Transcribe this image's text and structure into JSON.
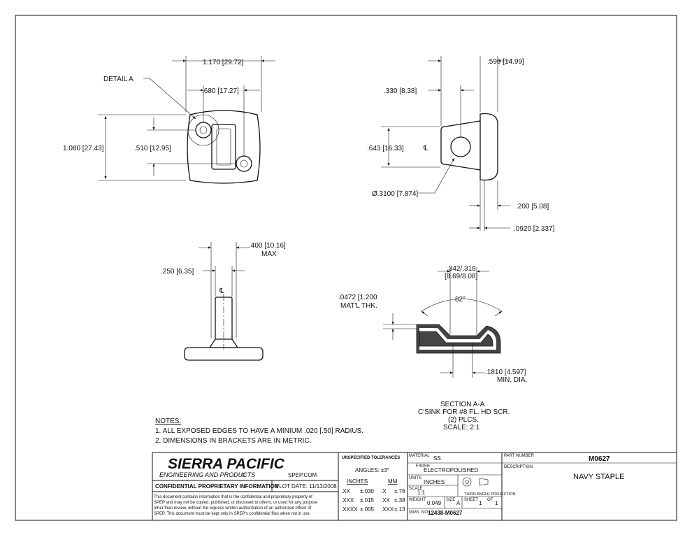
{
  "drawing": {
    "views": {
      "top": {
        "detail_label": "DETAIL A",
        "overall_width": "1.170 [29.72]",
        "hole_spacing": ".680 [17.27]",
        "overall_height": "1.080 [27.43]",
        "hole_vertical": ".510 [12.95]"
      },
      "side": {
        "width": ".590 [14.99]",
        "centerline_offset": ".330 [8.38]",
        "height": ".643 [16.33]",
        "hole_dia": "Ø.3100 [7.874]",
        "flange": ".200 [5.08]",
        "thickness": ".0920 [2.337]"
      },
      "front": {
        "width": ".400 [10.16]",
        "width_note": "MAX",
        "post": ".250 [6.35]"
      },
      "section": {
        "csink_dia": ".342/.318",
        "csink_dia_mm": "[8.69/8.08]",
        "angle": "82°",
        "thickness": ".0472 [1.200",
        "thickness_note": "MAT'L THK.",
        "min_dia": ".1810 [4.597]",
        "min_dia_note": "MIN. DIA.",
        "caption": [
          "SECTION A-A",
          "C'SINK FOR #8 FL. HD SCR.",
          "(2) PLCS.",
          "SCALE: 2:1"
        ]
      }
    },
    "centerline_symbol": "℄",
    "notes": {
      "heading": "NOTES:",
      "items": [
        "1.   ALL EXPOSED EDGES TO HAVE A MINIUM .020 [.50] RADIUS.",
        "2.   DIMENSIONS IN BRACKETS ARE IN METRIC."
      ]
    }
  },
  "title_block": {
    "company": "SIERRA PACIFIC",
    "company_sub": "ENGINEERING AND PRODUCTS",
    "website": "SPEP.COM",
    "confidential_title": "CONFIDENTIAL PROPRIETARY INFORMATION",
    "plot_date": "PLOT DATE: 11/13/2008",
    "confidential_text": [
      "This document contains information that is the confidential and proprietary property of",
      "SPEP and may not be copied, published, or disclosed to others, or used for any purpose",
      "other than review, without the express written authorization of an authorized officer of",
      "SPEP. This document must be kept only in SPEP's confidential files when not in use."
    ],
    "tolerances": {
      "heading": "UNSPECIFIED TOLERANCES",
      "angles": "ANGLES: ±3°",
      "inches_label": "INCHES",
      "mm_label": "MM",
      "rows": [
        {
          "in": ".XX",
          "in_tol": "±.030",
          "mm": ".X",
          "mm_tol": "±.76"
        },
        {
          "in": ".XXX",
          "in_tol": "±.015",
          "mm": ".XX",
          "mm_tol": "±.38"
        },
        {
          "in": ".XXXX",
          "in_tol": "±.005",
          "mm": ".XXX",
          "mm_tol": "±.13"
        }
      ]
    },
    "material_label": "MATERIAL",
    "material": "SS",
    "finish_label": "FINISH",
    "finish": "ELECTROPOLISHED",
    "units_label": "UNITS",
    "units": "INCHES",
    "scale_label": "SCALE",
    "scale": "1:1",
    "projection": "THIRD ANGLE PROJECTION",
    "weight_label": "WEIGHT",
    "weight": "0.049",
    "size_label": "SIZE",
    "size": "A",
    "sheet_label": "SHEET",
    "sheet": "1",
    "of_label": "OF",
    "sheet_total": "1",
    "dwg_label": "DWG. NO.",
    "dwg_no": "12438-M0627",
    "part_number_label": "PART NUMBER",
    "part_number": "M0627",
    "description_label": "DESCRIPTION",
    "description": "NAVY STAPLE"
  }
}
